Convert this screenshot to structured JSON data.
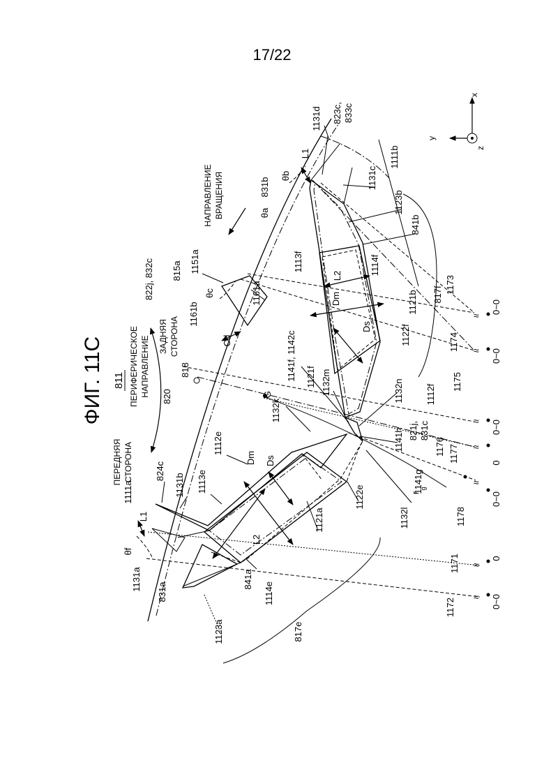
{
  "page_number": "17/22",
  "figure_title": "ФИГ. 11C",
  "axes": {
    "x": "x",
    "y": "y",
    "z": "z"
  },
  "labels": {
    "fig_ref": "811",
    "periph_dir_1": "ПЕРИФЕРИЧЕСКОЕ",
    "periph_dir_2": "НАПРАВЛЕНИЕ",
    "front_side_1": "ПЕРЕДНЯЯ",
    "front_side_2": "СТОРОНА",
    "rear_side_1": "ЗАДНЯЯ",
    "rear_side_2": "СТОРОНА",
    "rotation_1": "НАПРАВЛЕНИЕ",
    "rotation_2": "ВРАЩЕНИЯ",
    "ref_820": "820",
    "ref_818": "818",
    "ref_G": "G",
    "ref_rg": "r",
    "ref_rg_sub": "g",
    "ref_824c": "824c",
    "ref_1111a": "1111a",
    "ref_L1_a": "L1",
    "ref_theta_f": "θf",
    "ref_1131a": "1131a",
    "ref_831a": "831a",
    "ref_1123a": "1123a",
    "ref_817e": "817e",
    "ref_1131b": "1131b",
    "ref_1113e": "1113e",
    "ref_Dm_a": "Dm",
    "ref_Ds_a": "Ds",
    "ref_L2_a": "L2",
    "ref_841a": "841a",
    "ref_1114e": "1114e",
    "ref_1112e": "1112e",
    "ref_1121a": "1121a",
    "ref_1122e": "1122e",
    "ref_1132l": "1132l",
    "ref_1141g": "1141g",
    "ref_1132k": "1132k",
    "ref_1141h": "1141h",
    "ref_1132n": "1132n",
    "ref_821j_1": "821j,",
    "ref_821j_2": "831c",
    "ref_1132m": "1132m",
    "ref_1141f": "1141f, 1142c",
    "ref_1121f": "1121f",
    "ref_1112f": "1112f",
    "ref_1122f": "1122f",
    "ref_Cd": "Cd",
    "ref_1161b": "1161b",
    "ref_822j": "822j, 832c",
    "ref_815a": "815a",
    "ref_theta_c": "θc",
    "ref_1151a": "1151a",
    "ref_1161a": "1161a",
    "ref_1113f": "1113f",
    "ref_Dm_b": "Dm",
    "ref_Ds_b": "Ds",
    "ref_L2_b": "L2",
    "ref_1114f": "1114f",
    "ref_1121b": "1121b",
    "ref_817f": "817f",
    "ref_841b": "841b",
    "ref_1123b": "1123b",
    "ref_1131c": "1131c",
    "ref_1111b": "1111b",
    "ref_theta_a": "θa",
    "ref_831b": "831b",
    "ref_theta_b": "θb",
    "ref_L1_b": "L1",
    "ref_1131d": "1131d",
    "ref_823c_1": "823c,",
    "ref_823c_2": "833c",
    "ref_1173": "1173",
    "ref_1174": "1174",
    "ref_1175": "1175",
    "ref_1176": "1176",
    "ref_1177": "1177",
    "ref_1178": "1178",
    "ref_1171": "1171",
    "ref_1172": "1172",
    "zero": "0",
    "zero_tilde": "0~0"
  }
}
